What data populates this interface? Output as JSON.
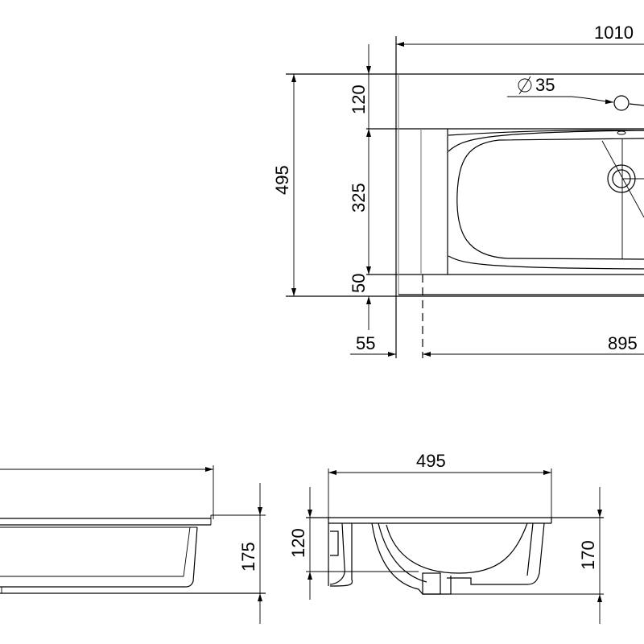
{
  "top_view": {
    "overall_length": "1010",
    "overall_depth": "495",
    "back_rim": "120",
    "bowl_depth": "325",
    "front_rim": "50",
    "left_offset": "55",
    "bowl_length": "895",
    "tap_hole": "35"
  },
  "side_view": {
    "height": "175"
  },
  "front_view": {
    "depth": "495",
    "bowl_height": "120",
    "height": "170"
  }
}
